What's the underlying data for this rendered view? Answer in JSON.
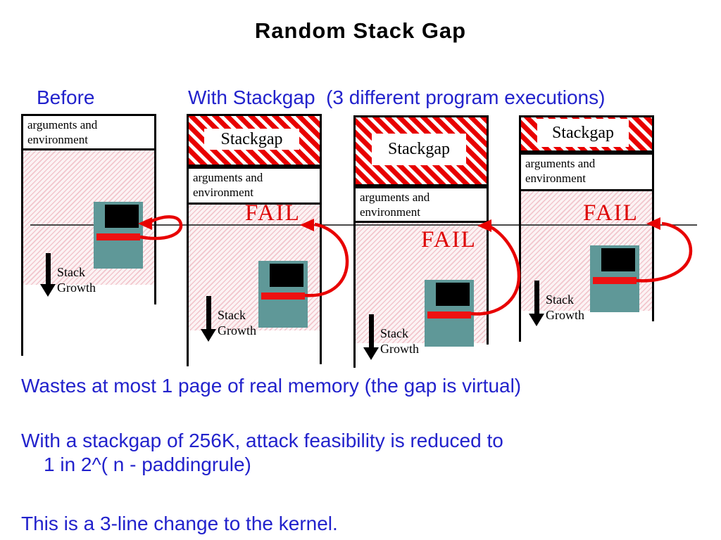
{
  "slide": {
    "title": "Random Stack Gap",
    "header": {
      "before_label": "Before",
      "with_stackgap_label": "With Stackgap  (3 different program executions)"
    },
    "columns": [
      {
        "name": "before",
        "args_env": "arguments and environment",
        "stack_word": "Stack",
        "growth_word": "Growth"
      },
      {
        "name": "stackgap-execution-1",
        "stackgap": "Stackgap",
        "args_env": "arguments and environment",
        "fail": "FAIL",
        "stack_word": "Stack",
        "growth_word": "Growth"
      },
      {
        "name": "stackgap-execution-2",
        "stackgap": "Stackgap",
        "args_env": "arguments and environment",
        "fail": "FAIL",
        "stack_word": "Stack",
        "growth_word": "Growth"
      },
      {
        "name": "stackgap-execution-3",
        "stackgap": "Stackgap",
        "args_env": "arguments and environment",
        "fail": "FAIL",
        "stack_word": "Stack",
        "growth_word": "Growth"
      }
    ],
    "notes": [
      "Wastes at most 1 page of real memory (the gap is virtual)",
      "With a stackgap of 256K, attack feasibility is reduced to",
      "1 in 2^( n - paddingrule)",
      "This is a 3-line change to the kernel."
    ],
    "colors": {
      "note_blue": "#2222cc",
      "fail_red": "#dd0000",
      "hatch_red": "#e80000",
      "pink_fill": "#fcf3f4",
      "pink_stripe": "#f2c6cd",
      "computer_teal": "#5f9898",
      "overflow_bar_red": "#ee1111",
      "border_black": "#000000"
    }
  }
}
